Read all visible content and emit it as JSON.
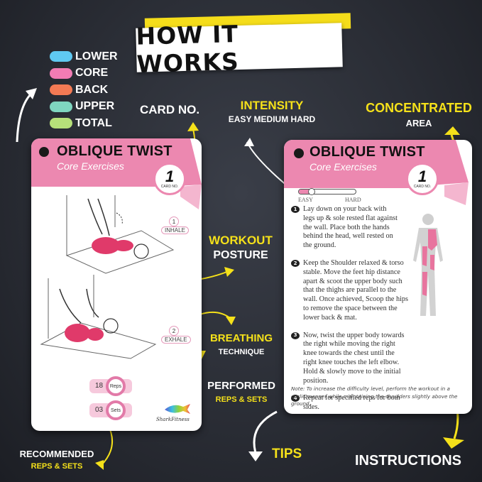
{
  "title": "HOW IT WORKS",
  "legend": [
    {
      "label": "LOWER",
      "color": "#5fc9f2"
    },
    {
      "label": "CORE",
      "color": "#f17cb4"
    },
    {
      "label": "BACK",
      "color": "#f37a54"
    },
    {
      "label": "UPPER",
      "color": "#7fd6c0"
    },
    {
      "label": "TOTAL",
      "color": "#b6e07a"
    }
  ],
  "annotations": {
    "card_no": "CARD NO.",
    "intensity": {
      "title": "INTENSITY",
      "sub": "EASY MEDIUM HARD"
    },
    "concentrated": {
      "title": "CONCENTRATED",
      "sub": "AREA"
    },
    "workout": {
      "title": "WORKOUT",
      "sub": "POSTURE"
    },
    "breathing": {
      "title": "BREATHING",
      "sub": "TECHNIQUE"
    },
    "performed": {
      "title": "PERFORMED",
      "sub": "REPS & SETS"
    },
    "recommended": {
      "title": "RECOMMENDED",
      "sub": "REPS & SETS"
    },
    "tips": "TIPS",
    "instructions": "INSTRUCTIONS"
  },
  "front_card": {
    "title": "OBLIQUE TWIST",
    "subtitle": "Core Exercises",
    "card_number": "1",
    "card_number_caption": "CARD NO.",
    "steps": [
      {
        "num": "1",
        "label": "INHALE"
      },
      {
        "num": "2",
        "label": "EXHALE"
      }
    ],
    "reps": {
      "value": "18",
      "label": "Reps"
    },
    "sets": {
      "value": "03",
      "label": "Sets"
    },
    "brand": "SharkFitness"
  },
  "back_card": {
    "title": "OBLIQUE TWIST",
    "subtitle": "Core Exercises",
    "card_number": "1",
    "card_number_caption": "CARD NO.",
    "intensity": {
      "min_label": "EASY",
      "max_label": "HARD",
      "level": "easy"
    },
    "instructions": [
      {
        "num": "1",
        "text": "Lay down on your back with legs up & sole rested flat against the wall. Place both the hands behind the head, well rested on the ground."
      },
      {
        "num": "2",
        "text": "Keep the Shoulder relaxed & torso stable. Move the feet hip distance apart & scoot the upper body such that the thighs are parallel to the wall. Once achieved, Scoop the hips to remove the space between the lower back & mat."
      },
      {
        "num": "3",
        "text": "Now, twist the upper body towards the right while moving the right knee towards the chest until the right knee touches the left elbow. Hold & slowly move to the initial position."
      },
      {
        "num": "4",
        "text": "Repeat for specified reps for both sides."
      }
    ],
    "note": "Note: To increase the difficulty level, perform the workout in a cyclic manner while maintaining the shoulders slightly above the ground."
  },
  "colors": {
    "accent_yellow": "#f5e11a",
    "card_pink": "#ec88b0",
    "background": "#2a2d35"
  }
}
